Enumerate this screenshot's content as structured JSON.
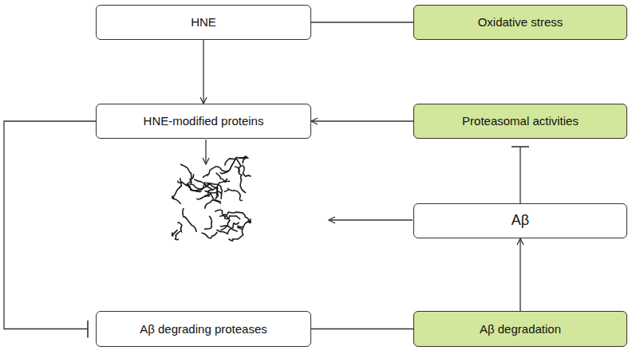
{
  "diagram": {
    "nodes": [
      {
        "text": [
          "HNE"
        ]
      },
      {
        "text": [
          "Oxidative stress"
        ]
      },
      {
        "text": [
          "HNE-modified proteins"
        ]
      },
      {
        "text": [
          "Proteasomal activities"
        ]
      },
      {
        "text": [
          "Aβ"
        ]
      },
      {
        "text": [
          "Aβ degrading proteases"
        ]
      },
      {
        "text": [
          "Aβ degradation"
        ]
      }
    ],
    "edges": [
      {
        "from": 0,
        "to": 2,
        "arrow": "to"
      },
      {
        "from": 0,
        "to": 1,
        "arrow": "none"
      },
      {
        "from": 3,
        "to": 2,
        "arrow": "to"
      },
      {
        "from": 4,
        "to": 3,
        "arrow": "to"
      },
      {
        "from": 6,
        "to": 4,
        "arrow": "to"
      },
      {
        "from": 2,
        "to": 5,
        "arrow": "to"
      },
      {
        "from": 5,
        "to": 6,
        "arrow": "none"
      }
    ]
  }
}
